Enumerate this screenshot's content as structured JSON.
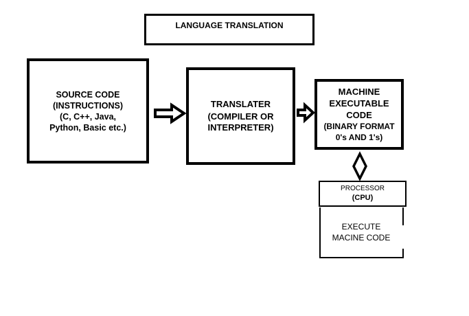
{
  "diagram": {
    "title": "LANGUAGE TRANSLATION",
    "source_box": {
      "lines": [
        "SOURCE CODE",
        "(INSTRUCTIONS)",
        "(C, C++, Java,",
        "Python, Basic etc.)"
      ]
    },
    "translator_box": {
      "lines": [
        "TRANSLATER",
        "(COMPILER OR",
        "INTERPRETER)"
      ]
    },
    "machine_box": {
      "lines": [
        "MACHINE",
        "EXECUTABLE",
        "CODE",
        "(BINARY FORMAT",
        "0's AND 1's)"
      ]
    },
    "processor_box": {
      "line1": "PROCESSOR",
      "line2": "(CPU)"
    },
    "execute_box": {
      "lines": [
        "EXECUTE",
        "MACINE CODE"
      ]
    }
  }
}
